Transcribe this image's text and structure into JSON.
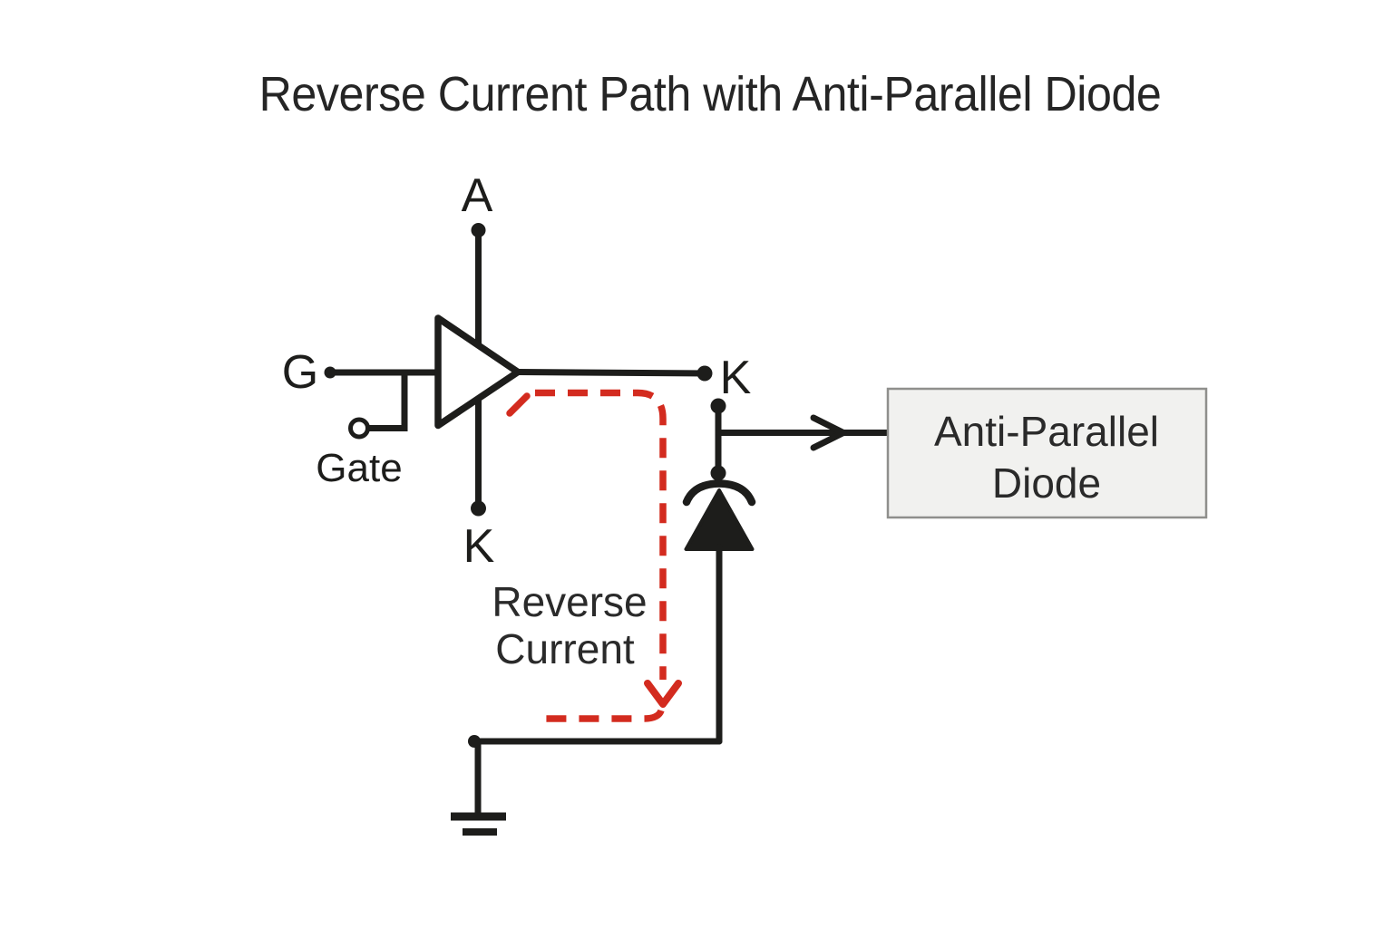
{
  "title": "Reverse Current Path with Anti-Parallel Diode",
  "colors": {
    "background": "#ffffff",
    "wire": "#1d1d1b",
    "reverse_path_red": "#d32b1f",
    "box_fill": "#f1f1ef",
    "box_border": "#8f8f8c",
    "text": "#242424"
  },
  "schematic": {
    "thyristor": {
      "anode_label": "A",
      "cathode_label": "K",
      "gate_label": "G",
      "gate_caption": "Gate"
    },
    "output_node_label": "K",
    "reverse_current": {
      "line1": "Reverse",
      "line2": "Current"
    },
    "anti_parallel_diode_box": {
      "line1": "Anti-Parallel",
      "line2": "Diode"
    }
  }
}
